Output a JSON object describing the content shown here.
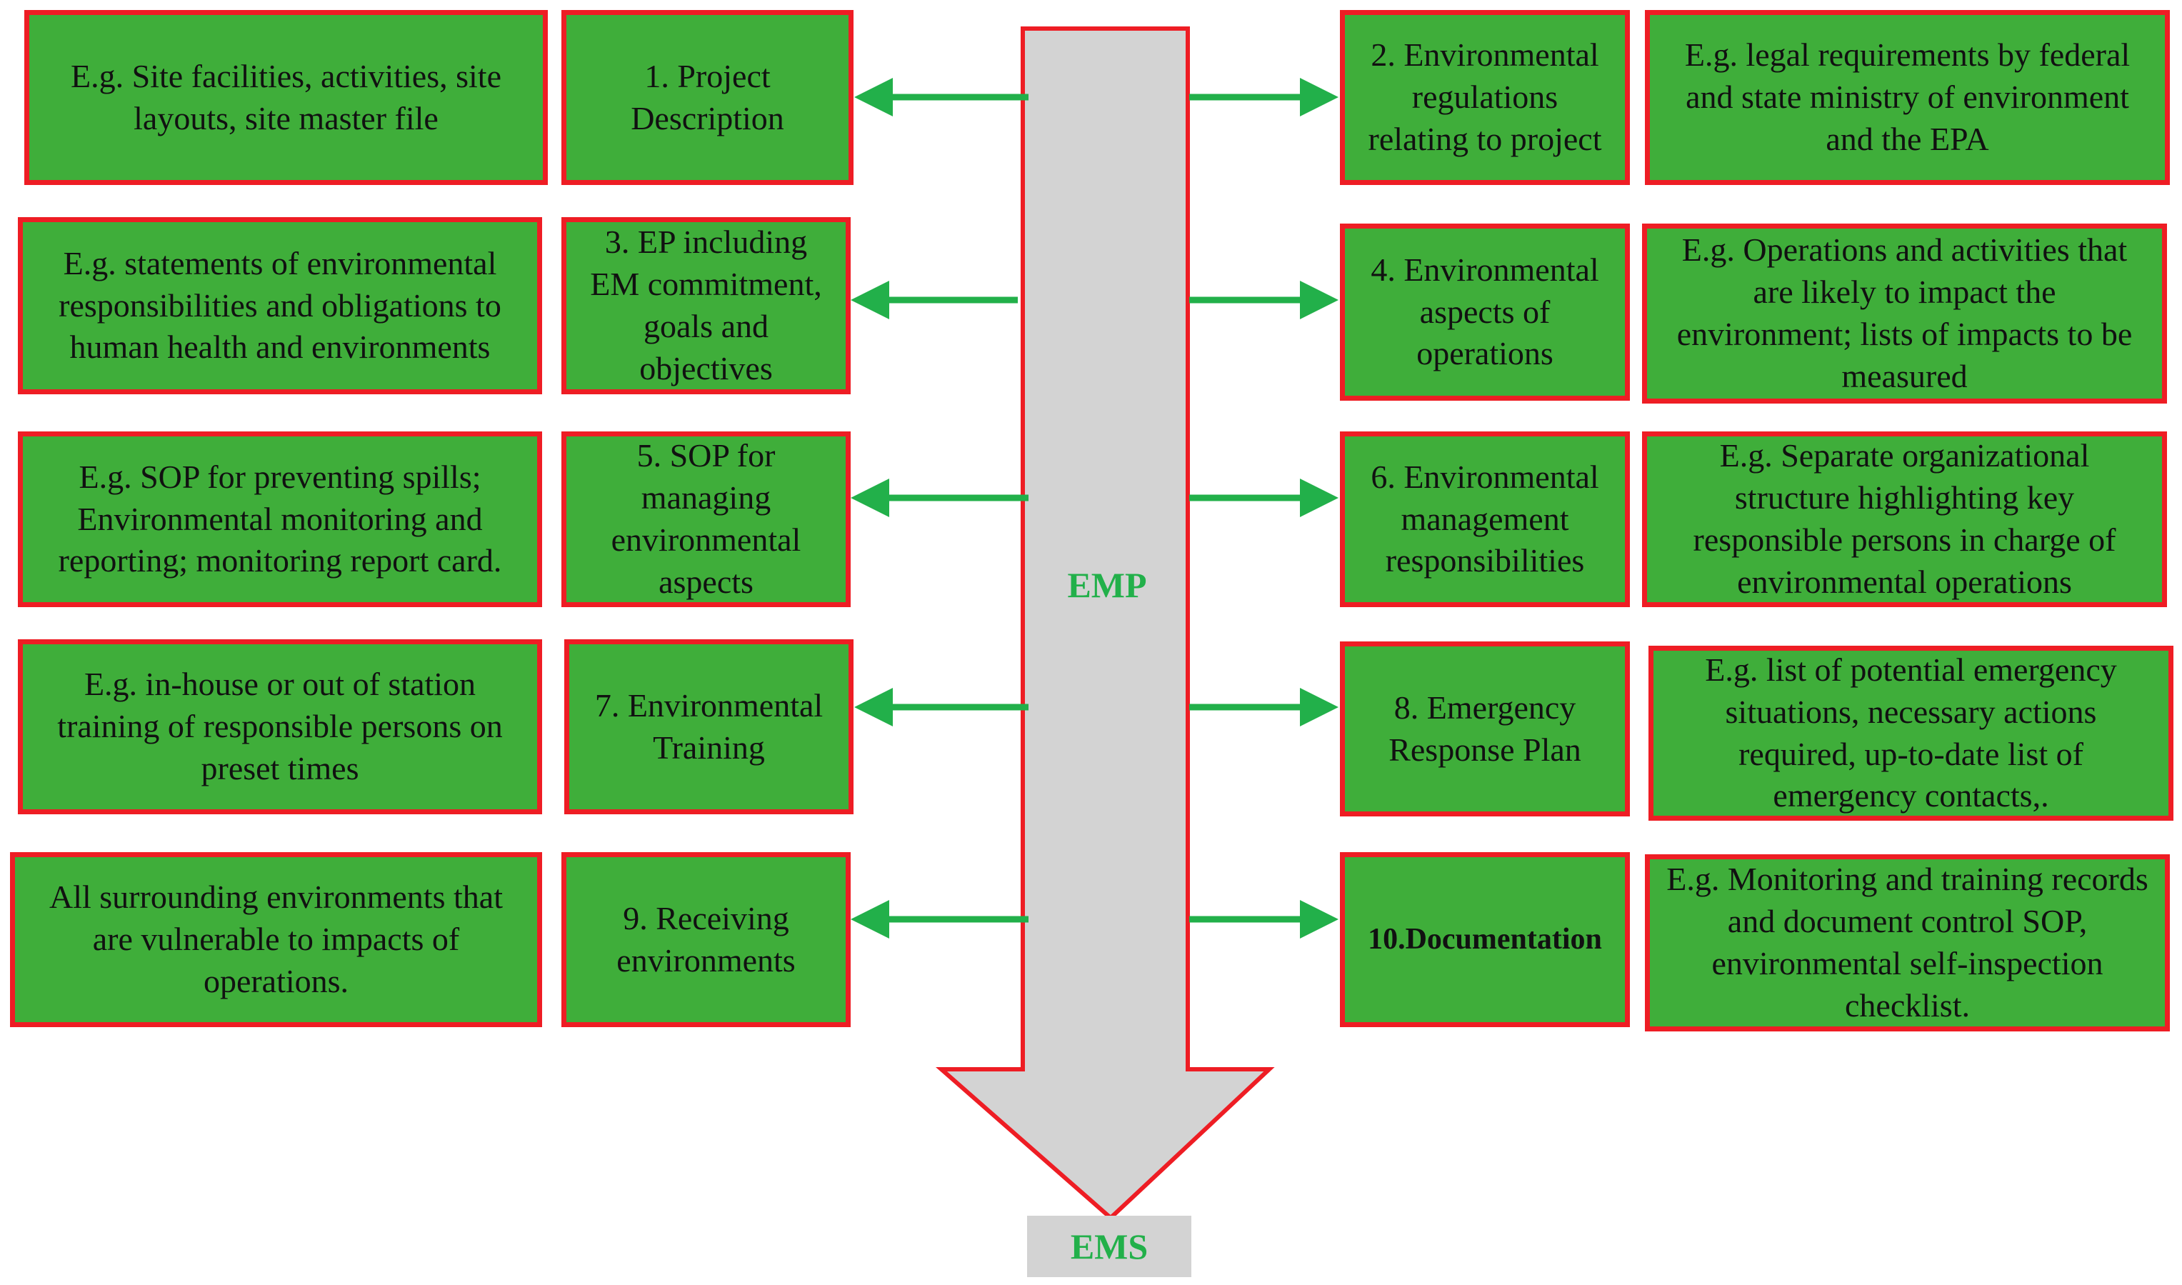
{
  "colors": {
    "box_fill": "#3fae3a",
    "box_border": "#ee1d24",
    "connector": "#22b04a",
    "main_arrow_fill": "#d3d3d3",
    "main_arrow_border": "#ee1d24",
    "label_color": "#22b04a"
  },
  "central_arrow": {
    "label": "EMP"
  },
  "base": {
    "label": "EMS"
  },
  "components": [
    {
      "label": "1. Project Description",
      "example": "E.g. Site facilities, activities, site layouts, site master file"
    },
    {
      "label": "2. Environmental regulations relating to project",
      "example": "E.g. legal requirements by federal and state ministry of environment and the EPA"
    },
    {
      "label": "3. EP including EM commitment, goals and objectives",
      "example": "E.g. statements of environmental responsibilities and obligations to human health and environments"
    },
    {
      "label": "4. Environmental aspects of operations",
      "example": "E.g. Operations and activities that are likely to impact the environment; lists of impacts to be measured"
    },
    {
      "label": "5. SOP for managing environmental aspects",
      "example": "E.g. SOP for preventing spills; Environmental monitoring and reporting; monitoring report card."
    },
    {
      "label": "6. Environmental management responsibilities",
      "example": "E.g. Separate organizational structure highlighting key responsible persons in charge of environmental operations"
    },
    {
      "label": "7. Environmental Training",
      "example": "E.g. in-house or out of station training of responsible persons on preset times"
    },
    {
      "label": "8. Emergency Response Plan",
      "example": "E.g. list of potential emergency situations, necessary actions required, up-to-date list of emergency contacts,."
    },
    {
      "label": "9. Receiving environments",
      "example": "All surrounding environments that are vulnerable to impacts of operations."
    },
    {
      "label": "10.Documentation",
      "example": "E.g. Monitoring and training records and document control SOP, environmental self-inspection checklist."
    }
  ]
}
